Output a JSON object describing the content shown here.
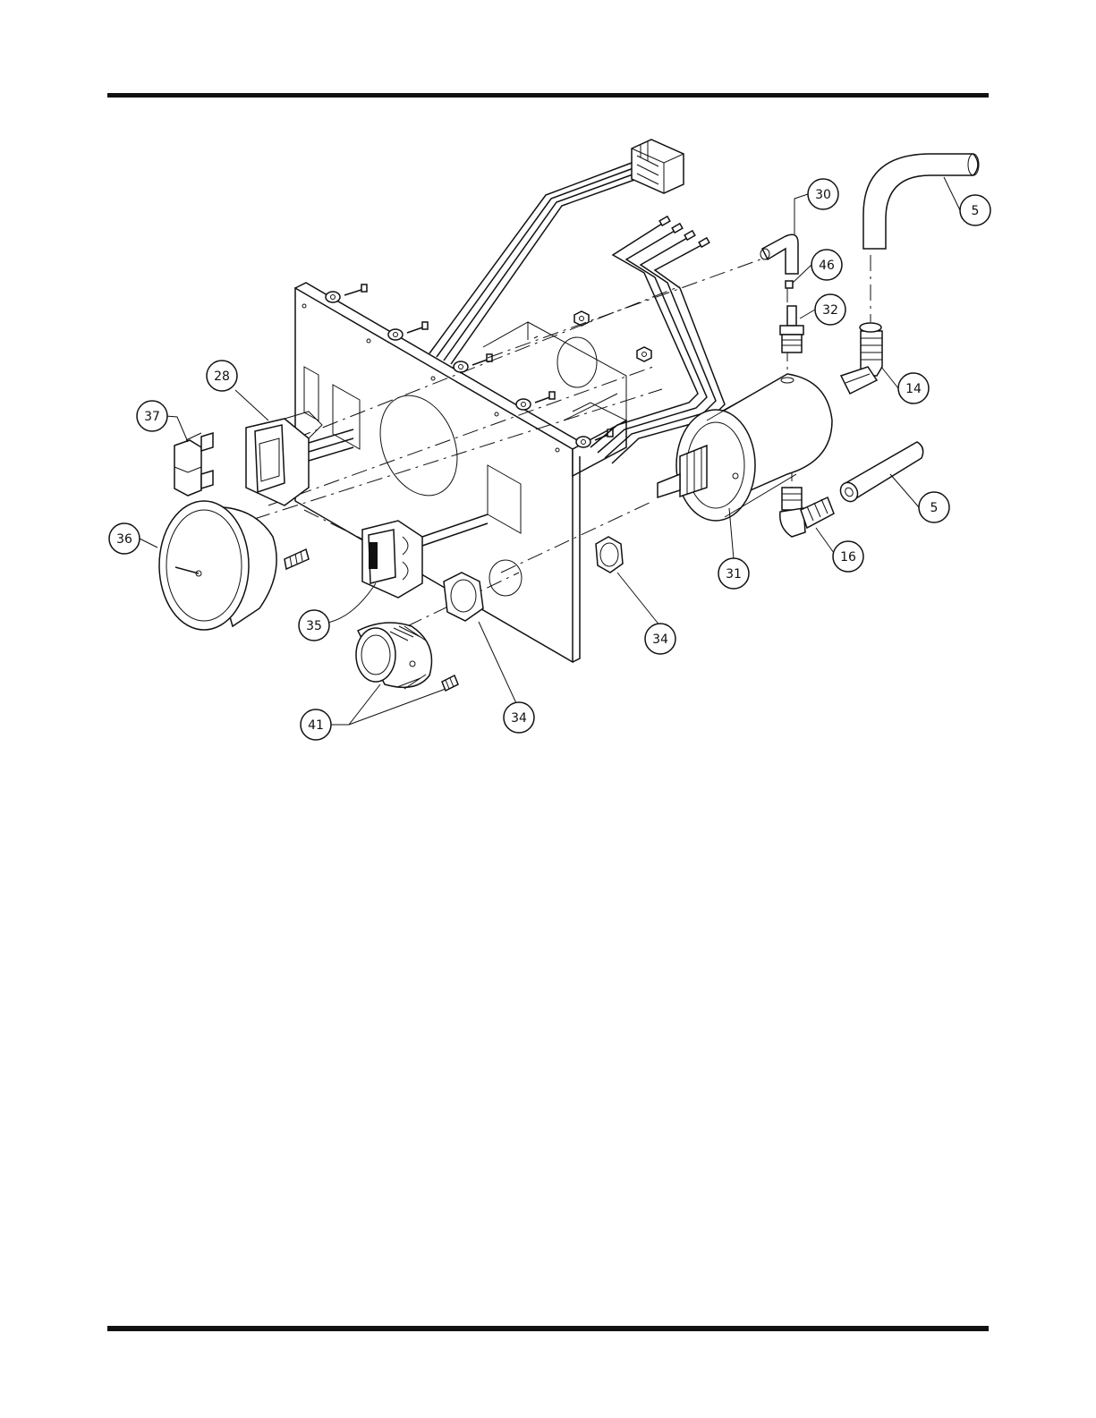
{
  "callouts": {
    "c30": "30",
    "c5a": "5",
    "c46": "46",
    "c32": "32",
    "c14": "14",
    "c28": "28",
    "c37": "37",
    "c5b": "5",
    "c16": "16",
    "c31": "31",
    "c36": "36",
    "c35": "35",
    "c34a": "34",
    "c34b": "34",
    "c41": "41"
  }
}
